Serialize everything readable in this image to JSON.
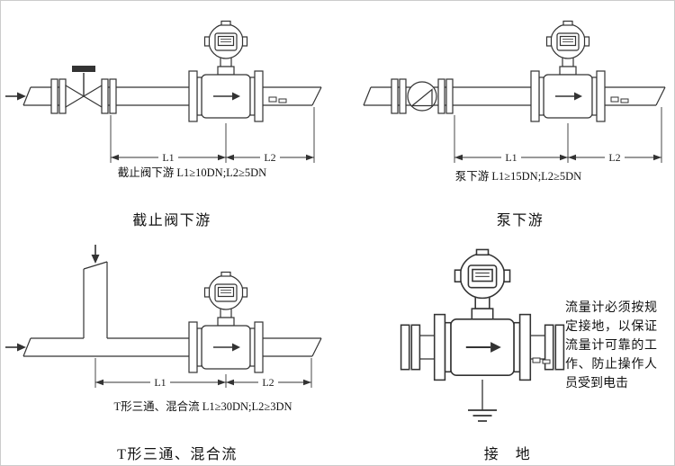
{
  "page": {
    "background": "#ffffff",
    "line_color": "#333333"
  },
  "diagrams": {
    "valve": {
      "caption": "截止阀下游 L1≥10DN;L2≥5DN",
      "title": "截止阀下游",
      "dim_l1": "L1",
      "dim_l2": "L2"
    },
    "pump": {
      "caption": "泵下游 L1≥15DN;L2≥5DN",
      "title": "泵下游",
      "dim_l1": "L1",
      "dim_l2": "L2"
    },
    "tee": {
      "caption": "T形三通、混合流 L1≥30DN;L2≥3DN",
      "title": "T形三通、混合流",
      "dim_l1": "L1",
      "dim_l2": "L2"
    },
    "ground": {
      "title": "接　地",
      "note": "流量计必须按规定接地，以保证流量计可靠的工作、防止操作人员受到电击"
    }
  }
}
